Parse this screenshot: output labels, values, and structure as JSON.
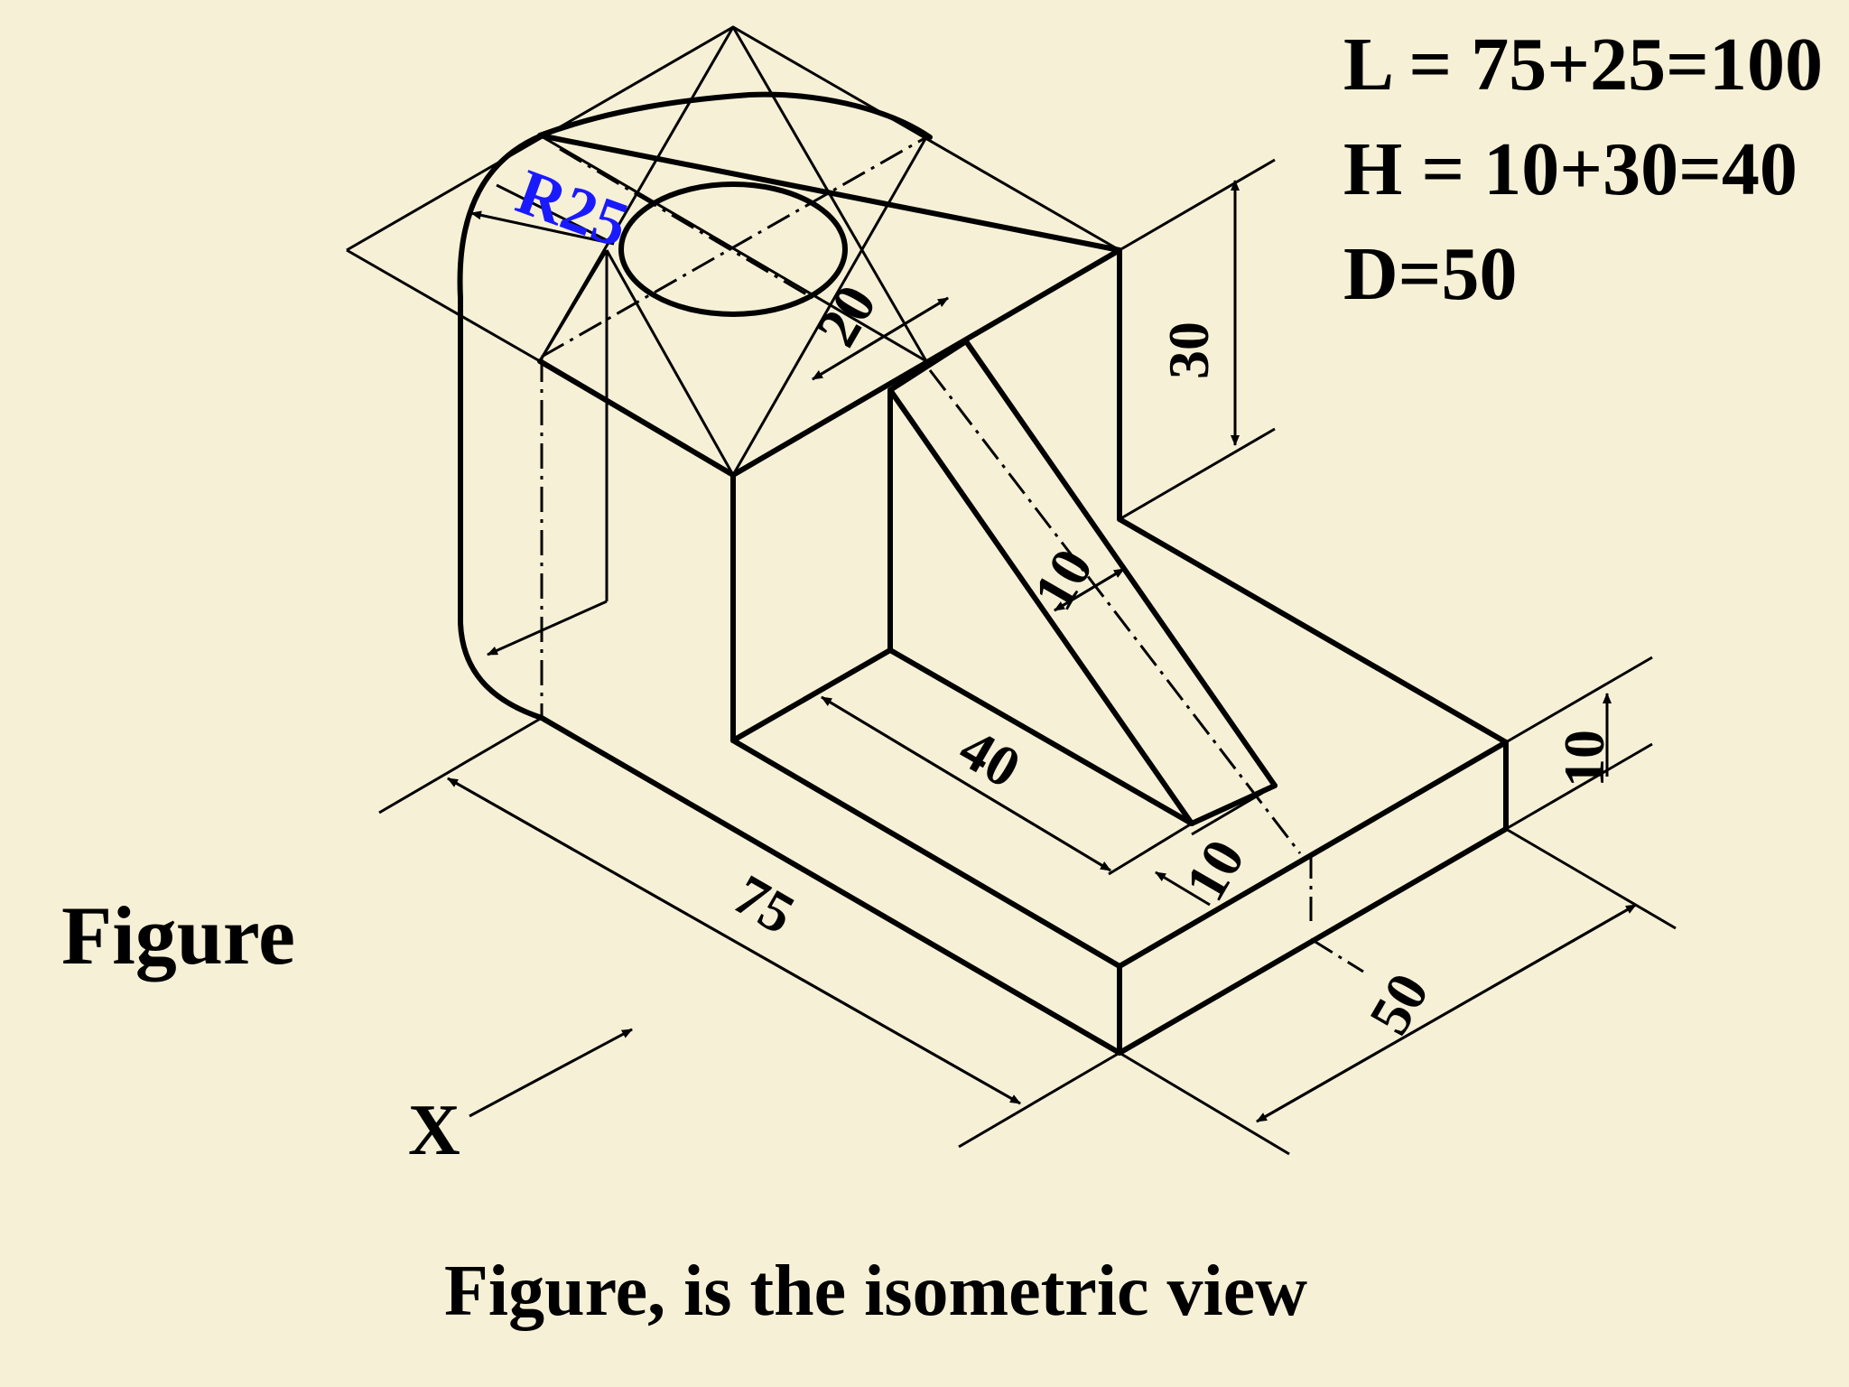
{
  "formulas": {
    "length": "L = 75+25=100",
    "height": "H = 10+30=40",
    "depth": "D=50"
  },
  "side_label": "Figure",
  "direction_label": "X",
  "caption": "Figure,  is  the isometric view",
  "dimensions": {
    "radius": "R25",
    "hole_diameter": "20",
    "upright_height": "30",
    "rib_width": "10",
    "slot_depth": "40",
    "rib_base_width": "10",
    "base_thickness": "10",
    "length": "75",
    "width": "50"
  },
  "colors": {
    "background": "#f6f0d6",
    "line": "#000000",
    "radius_label": "#1a1aff"
  }
}
